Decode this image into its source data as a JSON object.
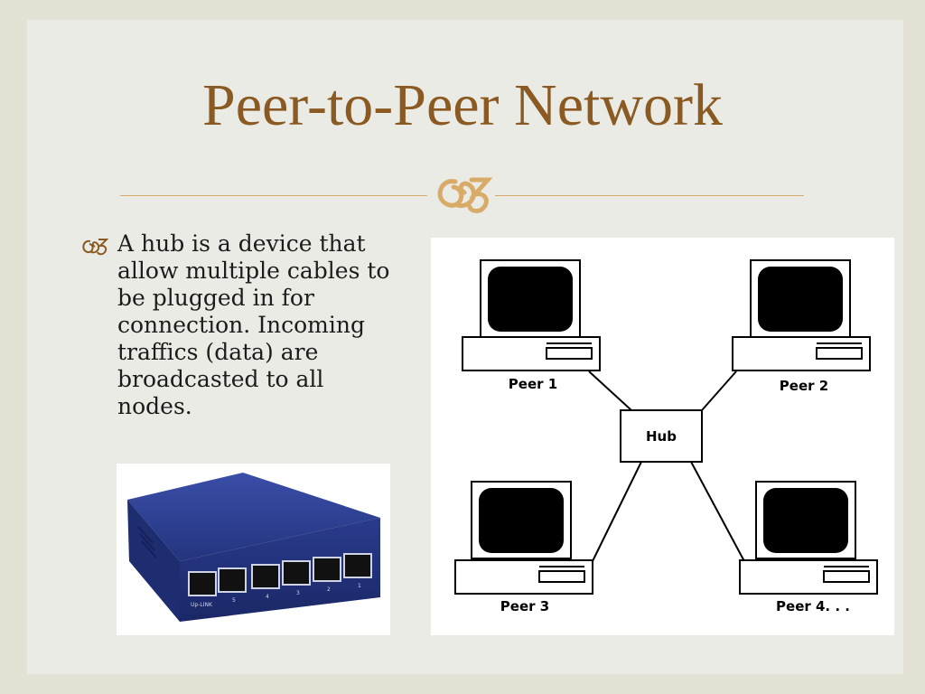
{
  "slide": {
    "title": "Peer-to-Peer Network",
    "bullet": "A hub is a device that allow multiple cables to be plugged in for connection. Incoming traffics (data) are broadcasted to all nodes."
  },
  "hub_photo": {
    "ports": [
      "Up-LINK",
      "5",
      "4",
      "3",
      "2",
      "1"
    ]
  },
  "diagram": {
    "hub_label": "Hub",
    "peers": [
      "Peer 1",
      "Peer 2",
      "Peer 3",
      "Peer 4. . ."
    ]
  },
  "colors": {
    "title": "#8b5a22",
    "accent": "#d9ab69",
    "background": "#ebebe6",
    "hub_body": "#2b3c8f"
  }
}
